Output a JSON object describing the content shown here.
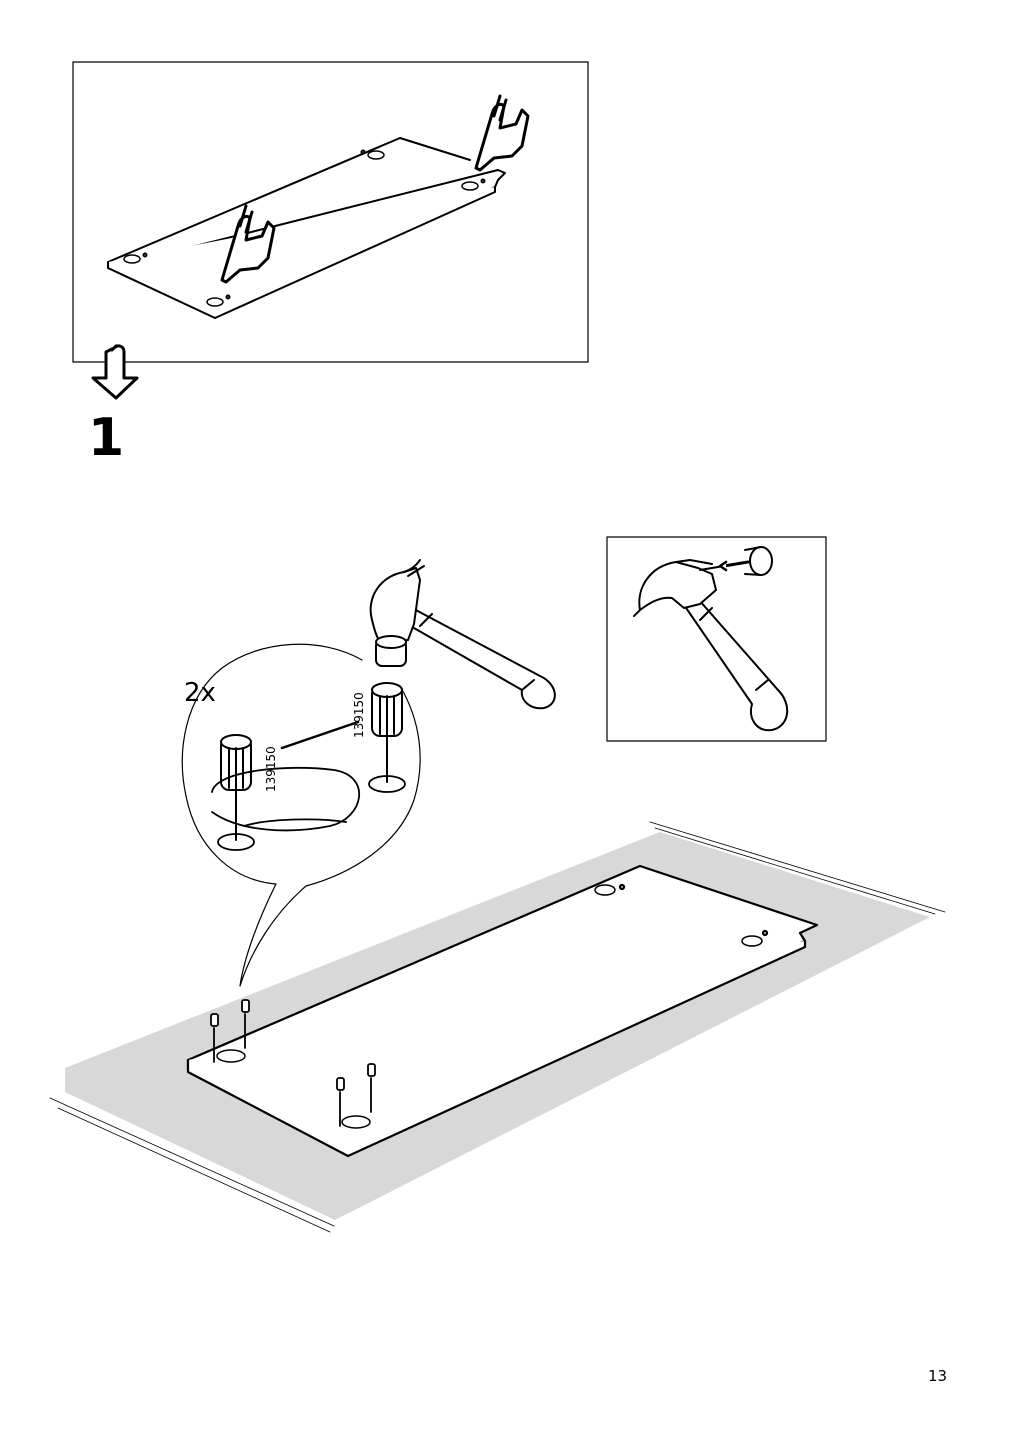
{
  "step": {
    "number": "1",
    "quantity": "2x"
  },
  "parts": [
    {
      "part_number": "139150"
    },
    {
      "part_number": "139150"
    }
  ],
  "footer": {
    "page_number": "13"
  },
  "icons": [
    "hand-pointing-icon",
    "flip-arrow-icon",
    "hammer-icon",
    "dowel-icon"
  ]
}
